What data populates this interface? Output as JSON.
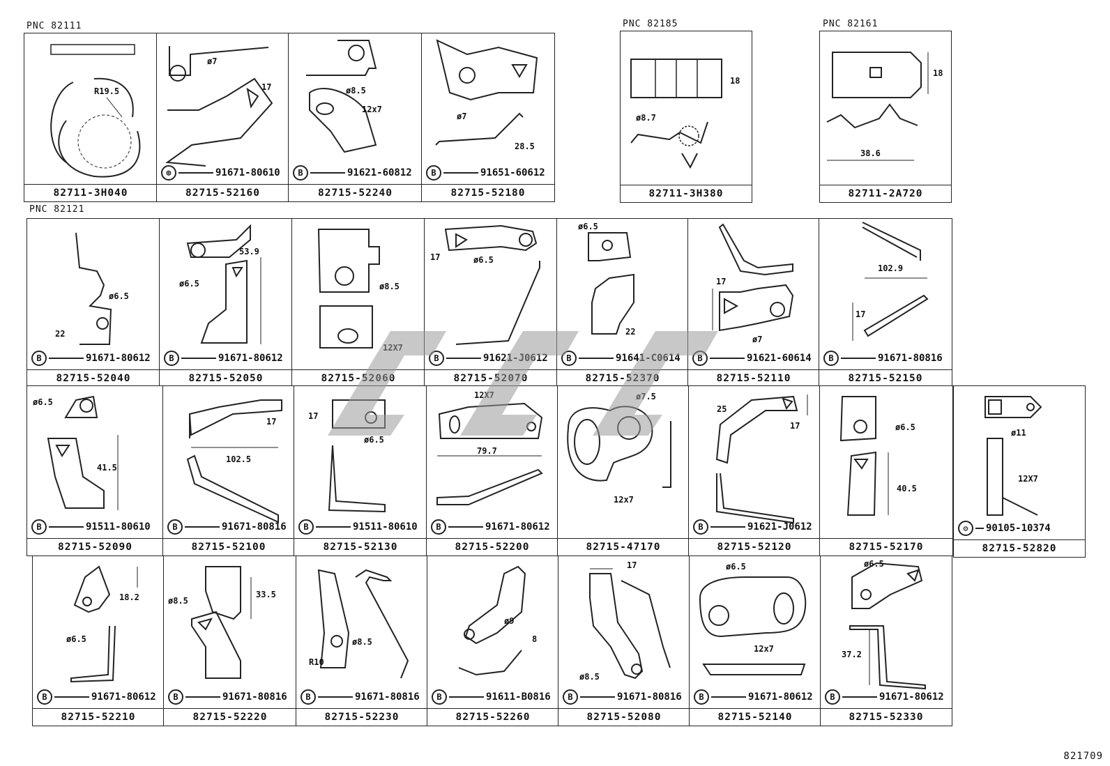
{
  "pnc_labels": [
    "PNC 82111",
    "PNC 82185",
    "PNC 82161",
    "PNC 82121"
  ],
  "diagram_code": "821709",
  "cells": [
    {
      "part": "82711-3H040",
      "bolt": "",
      "dims": [
        "R19.5"
      ]
    },
    {
      "part": "82715-52160",
      "bolt": "91671-80610",
      "dims": [
        "ø7",
        "17"
      ]
    },
    {
      "part": "82715-52240",
      "bolt": "91621-60812",
      "dims": [
        "ø8.5",
        "12x7"
      ]
    },
    {
      "part": "82715-52180",
      "bolt": "91651-60612",
      "dims": [
        "ø7",
        "28.5"
      ]
    },
    {
      "part": "82711-3H380",
      "bolt": "",
      "dims": [
        "ø8.7",
        "18"
      ]
    },
    {
      "part": "82711-2A720",
      "bolt": "",
      "dims": [
        "18",
        "38.6"
      ]
    },
    {
      "part": "82715-52040",
      "bolt": "91671-80612",
      "dims": [
        "ø6.5",
        "22"
      ]
    },
    {
      "part": "82715-52050",
      "bolt": "91671-80612",
      "dims": [
        "ø6.5",
        "53.9"
      ]
    },
    {
      "part": "82715-52060",
      "bolt": "",
      "dims": [
        "ø8.5",
        "12X7"
      ]
    },
    {
      "part": "82715-52070",
      "bolt": "91621-J0612",
      "dims": [
        "17",
        "ø6.5"
      ]
    },
    {
      "part": "82715-52370",
      "bolt": "91641-C0614",
      "dims": [
        "ø6.5",
        "22"
      ]
    },
    {
      "part": "82715-52110",
      "bolt": "91621-60614",
      "dims": [
        "17",
        "ø7"
      ]
    },
    {
      "part": "82715-52150",
      "bolt": "91671-80816",
      "dims": [
        "102.9",
        "17"
      ]
    },
    {
      "part": "82715-52090",
      "bolt": "91511-80610",
      "dims": [
        "ø6.5",
        "41.5"
      ]
    },
    {
      "part": "82715-52100",
      "bolt": "91671-80816",
      "dims": [
        "17",
        "102.5"
      ]
    },
    {
      "part": "82715-52130",
      "bolt": "91511-80610",
      "dims": [
        "17",
        "ø6.5"
      ]
    },
    {
      "part": "82715-52200",
      "bolt": "91671-80612",
      "dims": [
        "12X7",
        "79.7"
      ]
    },
    {
      "part": "82715-47170",
      "bolt": "",
      "dims": [
        "ø7.5",
        "12x7"
      ]
    },
    {
      "part": "82715-52120",
      "bolt": "91621-J0612",
      "dims": [
        "25",
        "17"
      ]
    },
    {
      "part": "82715-52170",
      "bolt": "",
      "dims": [
        "ø6.5",
        "40.5"
      ]
    },
    {
      "part": "82715-52820",
      "bolt": "90105-10374",
      "dims": [
        "ø11",
        "12X7"
      ]
    },
    {
      "part": "82715-52210",
      "bolt": "91671-80612",
      "dims": [
        "18.2",
        "ø6.5"
      ]
    },
    {
      "part": "82715-52220",
      "bolt": "91671-80816",
      "dims": [
        "ø8.5",
        "33.5"
      ]
    },
    {
      "part": "82715-52230",
      "bolt": "91671-80816",
      "dims": [
        "ø8.5",
        "R10"
      ]
    },
    {
      "part": "82715-52260",
      "bolt": "91611-B0816",
      "dims": [
        "ø9",
        "8"
      ]
    },
    {
      "part": "82715-52080",
      "bolt": "91671-80816",
      "dims": [
        "17",
        "ø8.5"
      ]
    },
    {
      "part": "82715-52140",
      "bolt": "91671-80612",
      "dims": [
        "ø6.5",
        "12x7"
      ]
    },
    {
      "part": "82715-52330",
      "bolt": "91671-80612",
      "dims": [
        "ø6.5",
        "37.2"
      ]
    }
  ]
}
